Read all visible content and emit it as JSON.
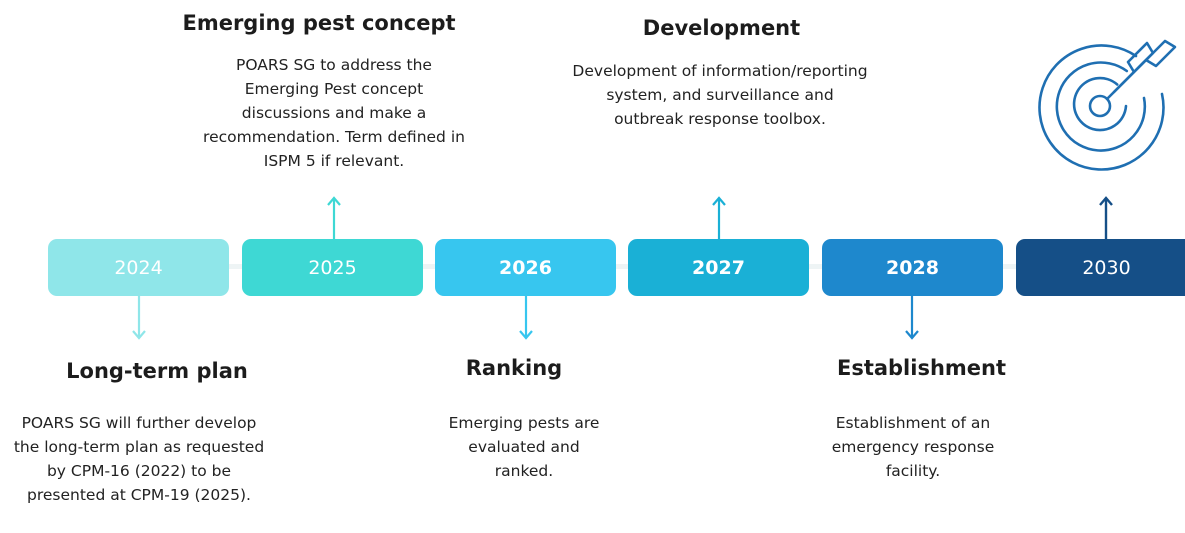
{
  "colors": {
    "y2024": "#8fe6e9",
    "y2025": "#3ed8d4",
    "y2026": "#37c6ef",
    "y2027": "#1ab0d6",
    "y2028": "#1e88cd",
    "y2030": "#154f87",
    "target_icon": "#1f6fb2"
  },
  "years": {
    "y2024": "2024",
    "y2025": "2025",
    "y2026": "2026",
    "y2027": "2027",
    "y2028": "2028",
    "y2030": "2030"
  },
  "milestones": {
    "long_term_plan": {
      "heading": "Long-term plan",
      "description": "POARS SG will further develop the long-term plan as requested by CPM-16 (2022) to be presented at CPM-19 (2025)."
    },
    "emerging_pest_concept": {
      "heading": "Emerging pest concept",
      "description": "POARS SG to address the Emerging Pest concept discussions and make a recommendation. Term defined in ISPM 5 if relevant."
    },
    "ranking": {
      "heading": "Ranking",
      "description": "Emerging pests are evaluated and ranked."
    },
    "development": {
      "heading": "Development",
      "description": "Development of information/reporting system, and surveillance and outbreak response toolbox."
    },
    "establishment": {
      "heading": "Establishment",
      "description": "Establishment of an emergency response facility."
    }
  },
  "icons": {
    "goal": "target-with-arrow-icon"
  }
}
